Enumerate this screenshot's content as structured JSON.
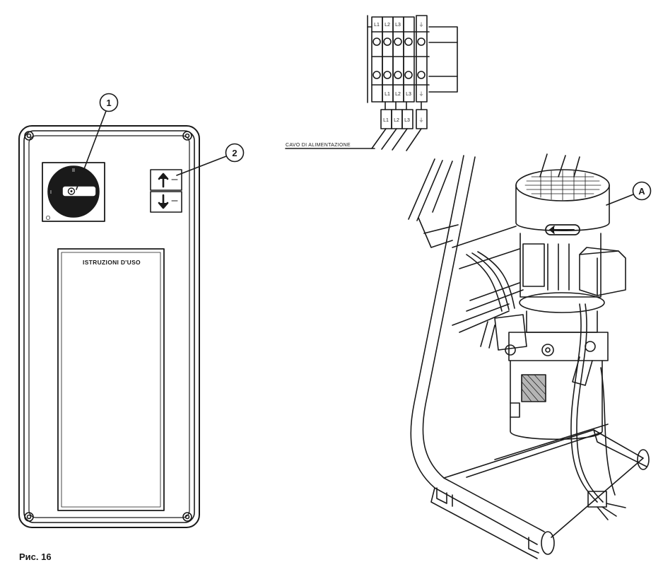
{
  "callouts": {
    "c1": "1",
    "c2": "2",
    "cA": "A"
  },
  "panel": {
    "instructions_label": "ISTRUZIONI D'USO",
    "switch_mark_top": "II",
    "switch_mark_left": "I",
    "switch_mark_bottom": "O"
  },
  "terminal_block": {
    "top_labels": [
      "L1",
      "L2",
      "L3",
      "⏚"
    ],
    "bottom_labels": [
      "L1",
      "L2",
      "L3",
      "⏚"
    ],
    "plug_labels": [
      "L1",
      "L2",
      "L3",
      "⏚"
    ],
    "cable_label": "CAVO DI ALIMENTAZIONE"
  },
  "caption": "Рис. 16",
  "colors": {
    "line": "#1a1a1a",
    "background": "#ffffff"
  }
}
